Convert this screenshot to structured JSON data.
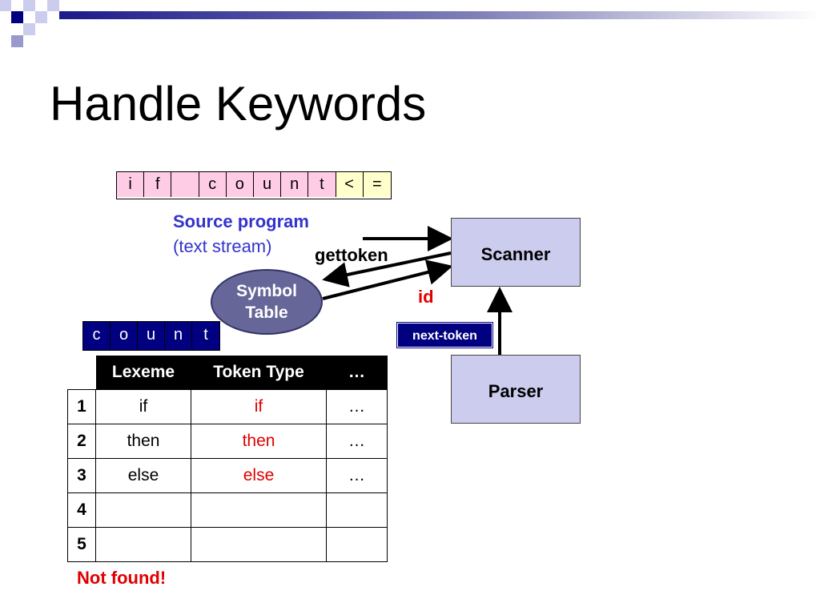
{
  "slide": {
    "title": "Handle Keywords"
  },
  "source_stream": {
    "chars": [
      "i",
      "f",
      "",
      "c",
      "o",
      "u",
      "n",
      "t",
      "<",
      "="
    ]
  },
  "source_label": {
    "line1": "Source program",
    "line2": "(text stream)"
  },
  "scanner": {
    "label": "Scanner"
  },
  "parser": {
    "label": "Parser"
  },
  "symbol_table": {
    "line1": "Symbol",
    "line2": "Table"
  },
  "labels": {
    "gettoken": "gettoken",
    "id": "id",
    "next_token": "next-token",
    "not_found": "Not found!"
  },
  "lexeme_buffer": {
    "chars": [
      "c",
      "o",
      "u",
      "n",
      "t"
    ]
  },
  "keyword_table": {
    "headers": [
      "Lexeme",
      "Token Type",
      "…"
    ],
    "rows": [
      {
        "num": "1",
        "lexeme": "if",
        "token_type": "if",
        "more": "…"
      },
      {
        "num": "2",
        "lexeme": "then",
        "token_type": "then",
        "more": "…"
      },
      {
        "num": "3",
        "lexeme": "else",
        "token_type": "else",
        "more": "…"
      },
      {
        "num": "4",
        "lexeme": "",
        "token_type": "",
        "more": ""
      },
      {
        "num": "5",
        "lexeme": "",
        "token_type": "",
        "more": ""
      }
    ]
  },
  "colors": {
    "stream_cell": "#ffcce6",
    "operator_cell": "#ffffcc",
    "box_fill": "#ccccee",
    "ellipse_fill": "#666699",
    "navy": "#000080",
    "accent_red": "#e00000",
    "source_blue": "#3333cc"
  }
}
